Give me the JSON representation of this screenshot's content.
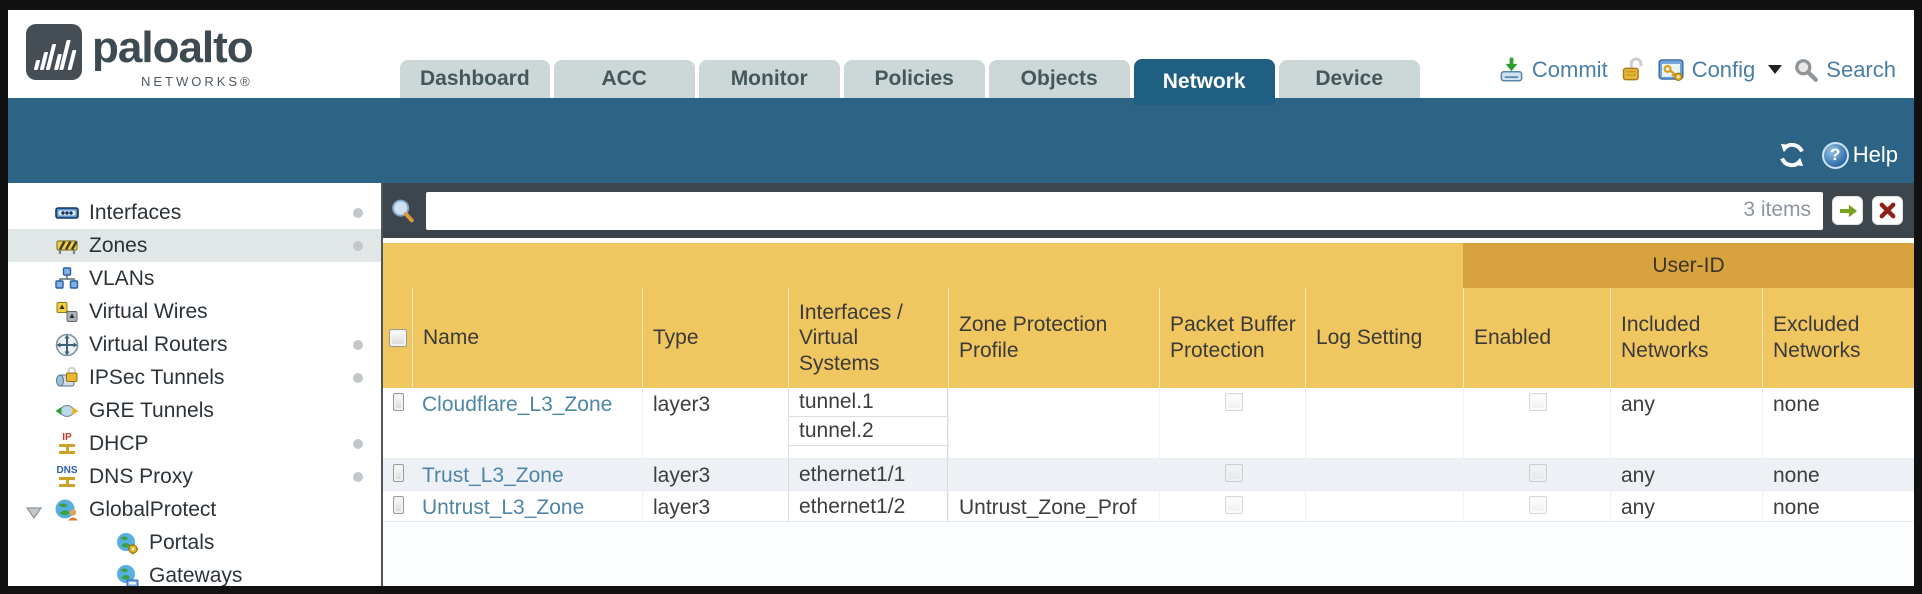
{
  "header": {
    "logo": {
      "brand": "paloalto",
      "sub": "NETWORKS®"
    },
    "tabs": [
      {
        "label": "Dashboard"
      },
      {
        "label": "ACC"
      },
      {
        "label": "Monitor"
      },
      {
        "label": "Policies"
      },
      {
        "label": "Objects"
      },
      {
        "label": "Network"
      },
      {
        "label": "Device"
      }
    ],
    "active_tab": "Network",
    "utilities": {
      "commit": "Commit",
      "config": "Config",
      "search": "Search"
    }
  },
  "toolbar": {
    "help": "Help",
    "help_glyph": "?"
  },
  "sidebar": {
    "items": [
      {
        "label": "Interfaces"
      },
      {
        "label": "Zones"
      },
      {
        "label": "VLANs"
      },
      {
        "label": "Virtual Wires"
      },
      {
        "label": "Virtual Routers"
      },
      {
        "label": "IPSec Tunnels"
      },
      {
        "label": "GRE Tunnels"
      },
      {
        "label": "DHCP"
      },
      {
        "label": "DNS Proxy"
      },
      {
        "label": "GlobalProtect"
      },
      {
        "label": "Portals"
      },
      {
        "label": "Gateways"
      }
    ],
    "selected": "Zones"
  },
  "icons": {
    "dhcp_glyph": "IP",
    "dns_glyph": "DNS"
  },
  "filter": {
    "value": "",
    "count_label": "3 items"
  },
  "table": {
    "group_header": "User-ID",
    "columns": [
      "Name",
      "Type",
      "Interfaces / Virtual Systems",
      "Zone Protection Profile",
      "Packet Buffer Protection",
      "Log Setting",
      "Enabled",
      "Included Networks",
      "Excluded Networks"
    ],
    "rows": [
      {
        "name": "Cloudflare_L3_Zone",
        "type": "layer3",
        "interfaces": [
          "tunnel.1",
          "tunnel.2"
        ],
        "zone_protection_profile": "",
        "log_setting": "",
        "included_networks": "any",
        "excluded_networks": "none"
      },
      {
        "name": "Trust_L3_Zone",
        "type": "layer3",
        "interfaces": [
          "ethernet1/1"
        ],
        "zone_protection_profile": "",
        "log_setting": "",
        "included_networks": "any",
        "excluded_networks": "none"
      },
      {
        "name": "Untrust_L3_Zone",
        "type": "layer3",
        "interfaces": [
          "ethernet1/2"
        ],
        "zone_protection_profile": "Untrust_Zone_Prof",
        "log_setting": "",
        "included_networks": "any",
        "excluded_networks": "none"
      }
    ]
  },
  "colors": {
    "teal_band": "#2d6384",
    "header_gold": "#f0c660",
    "group_gold": "#d8a33e",
    "link_blue": "#4d86a6",
    "filter_charcoal": "#3c464c"
  }
}
